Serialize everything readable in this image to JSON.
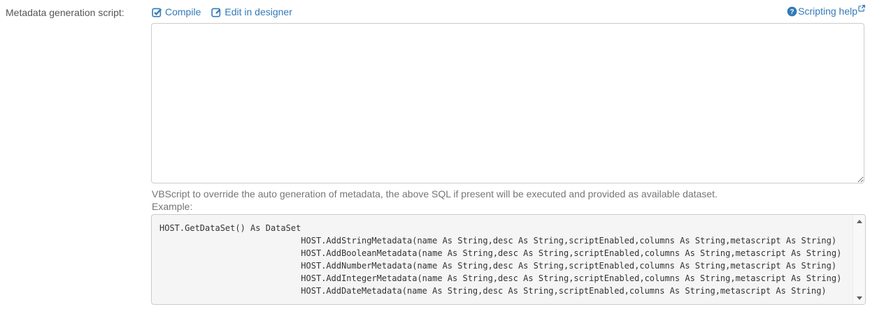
{
  "form": {
    "label": "Metadata generation script:"
  },
  "toolbar": {
    "compile_label": "Compile",
    "edit_in_designer_label": "Edit in designer",
    "scripting_help_label": "Scripting help"
  },
  "script_editor": {
    "value": "",
    "help_text": "VBScript to override the auto generation of metadata, the above SQL if present will be executed and provided as available dataset.",
    "example_label": "Example:"
  },
  "example_code": {
    "lines": [
      "HOST.GetDataSet() As DataSet",
      "                            HOST.AddStringMetadata(name As String,desc As String,scriptEnabled,columns As String,metascript As String)",
      "                            HOST.AddBooleanMetadata(name As String,desc As String,scriptEnabled,columns As String,metascript As String)",
      "                            HOST.AddNumberMetadata(name As String,desc As String,scriptEnabled,columns As String,metascript As String)",
      "                            HOST.AddIntegerMetadata(name As String,desc As String,scriptEnabled,columns As String,metascript As String)",
      "                            HOST.AddDateMetadata(name As String,desc As String,scriptEnabled,columns As String,metascript As String)"
    ]
  },
  "icons": {
    "compile": "check-square-icon",
    "edit": "pencil-square-icon",
    "help": "question-circle-icon",
    "external": "external-link-icon",
    "scroll_up": "scroll-up-arrow-icon",
    "scroll_down": "scroll-down-arrow-icon"
  },
  "colors": {
    "link_blue": "#337ab7",
    "label_text": "#555555",
    "muted_text": "#767676",
    "code_text": "#333333",
    "code_background": "#f5f5f5",
    "border": "#cccccc"
  }
}
